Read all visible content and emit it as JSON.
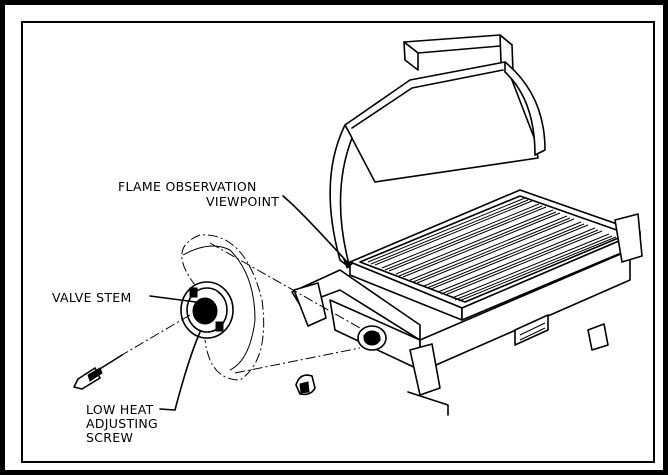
{
  "labels": {
    "flame_line1": "FLAME OBSERVATION",
    "flame_line2": "VIEWPOINT",
    "valve_stem": "VALVE STEM",
    "low_heat_line1": "LOW HEAT",
    "low_heat_line2": "ADJUSTING",
    "low_heat_line3": "SCREW"
  },
  "icons": {
    "grill": "gas-grill-illustration",
    "detail": "valve-detail-callout",
    "tool": "screwdriver-icon",
    "knob": "control-knob-icon"
  }
}
